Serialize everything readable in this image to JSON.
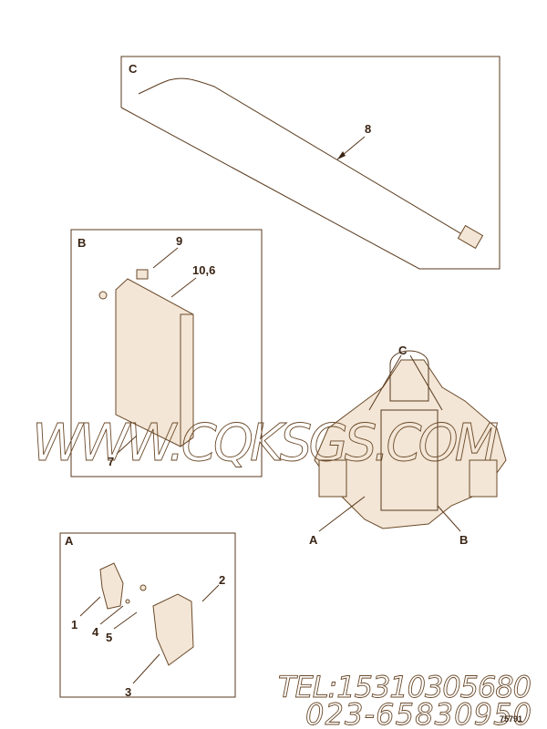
{
  "diagram": {
    "views": {
      "C": {
        "label": "C",
        "callouts": [
          "8"
        ]
      },
      "B": {
        "label": "B",
        "callouts": [
          "9",
          "10,6",
          "7"
        ]
      },
      "A": {
        "label": "A",
        "callouts": [
          "1",
          "2",
          "3",
          "4",
          "5"
        ]
      },
      "engine": {
        "labels": [
          "C",
          "A",
          "B"
        ]
      }
    },
    "figure_code": "75791"
  },
  "watermark": {
    "site": "WWW.CQKSGS.COM",
    "tel": "TEL:15310305680",
    "phone": "023-65830950"
  },
  "colors": {
    "line": "#5a3a1e",
    "part_fill": "#f3e6d6"
  }
}
